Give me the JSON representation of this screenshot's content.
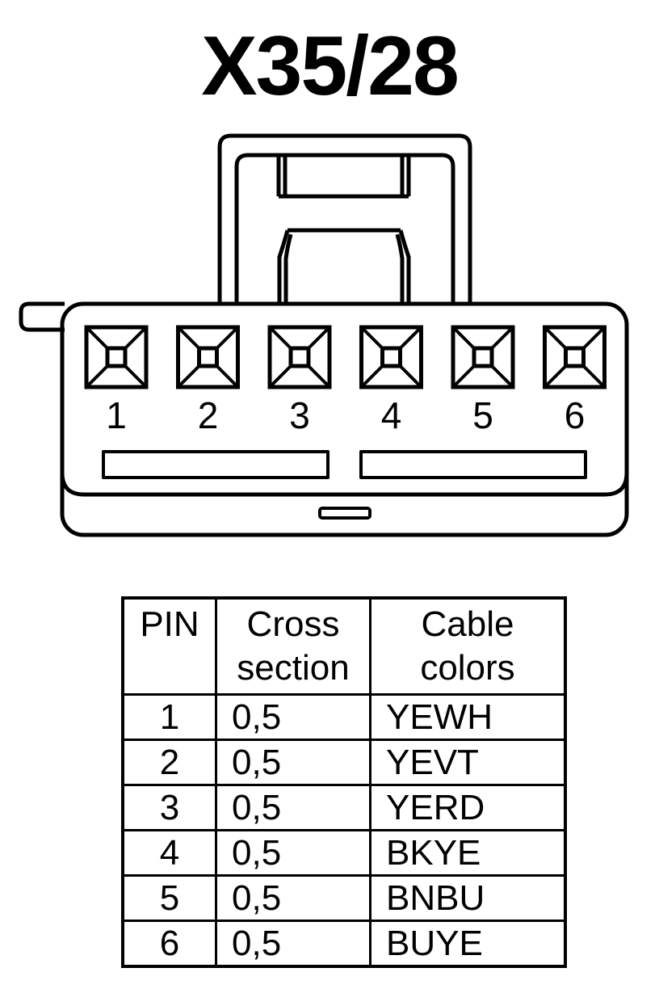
{
  "connector": {
    "title": "X35/28",
    "pin_labels": [
      "1",
      "2",
      "3",
      "4",
      "5",
      "6"
    ]
  },
  "table": {
    "headers": [
      "PIN",
      "Cross section",
      "Cable colors"
    ],
    "rows": [
      {
        "pin": "1",
        "cross_section": "0,5",
        "color": "YEWH"
      },
      {
        "pin": "2",
        "cross_section": "0,5",
        "color": "YEVT"
      },
      {
        "pin": "3",
        "cross_section": "0,5",
        "color": "YERD"
      },
      {
        "pin": "4",
        "cross_section": "0,5",
        "color": "BKYE"
      },
      {
        "pin": "5",
        "cross_section": "0,5",
        "color": "BNBU"
      },
      {
        "pin": "6",
        "cross_section": "0,5",
        "color": "BUYE"
      }
    ]
  }
}
